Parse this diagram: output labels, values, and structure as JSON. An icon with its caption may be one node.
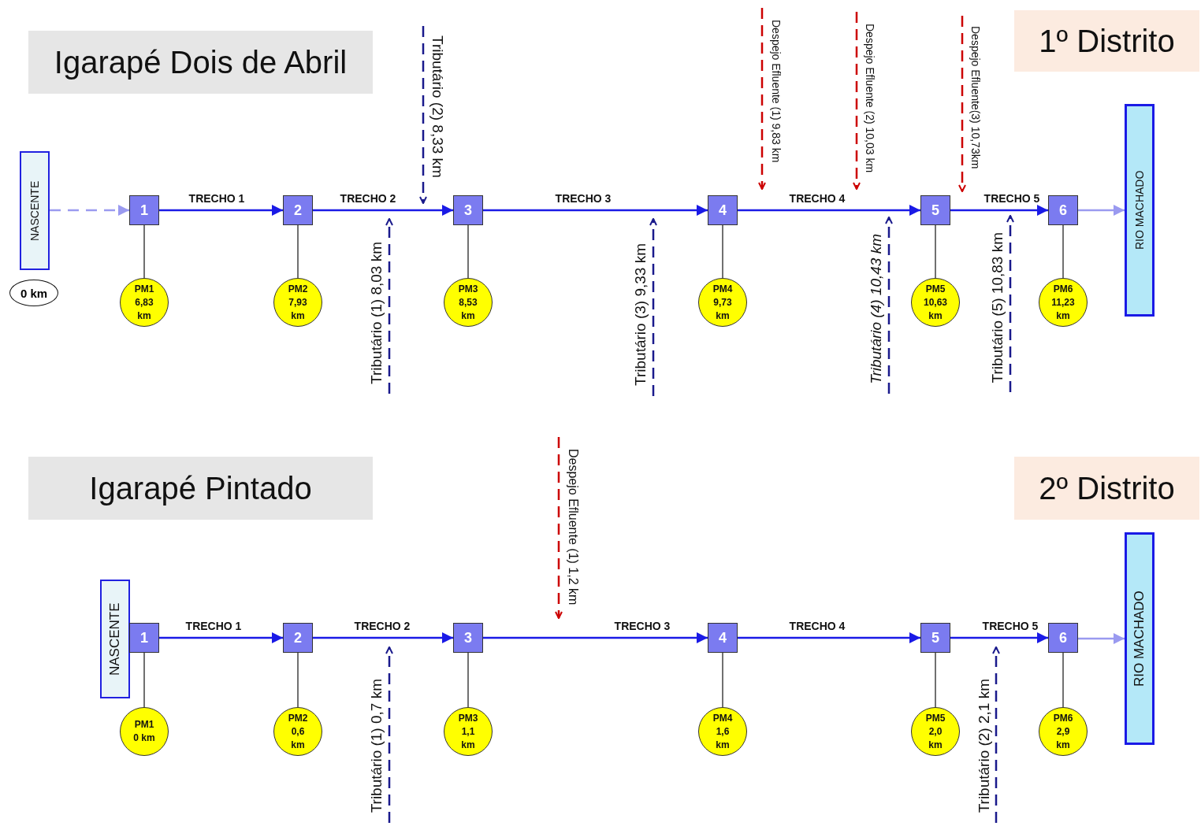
{
  "diagram": {
    "nodes": [
      {
        "text": [
          "Igarapé Dois de Abril"
        ]
      },
      {
        "text": [
          "1º Distrito"
        ]
      },
      {
        "text": [
          "NASCENTE"
        ]
      },
      {
        "text": [
          "0 km"
        ]
      },
      {
        "text": [
          "1"
        ]
      },
      {
        "text": [
          "2"
        ]
      },
      {
        "text": [
          "3"
        ]
      },
      {
        "text": [
          "4"
        ]
      },
      {
        "text": [
          "5"
        ]
      },
      {
        "text": [
          "6"
        ]
      },
      {
        "text": [
          "PM1 6,83 km"
        ]
      },
      {
        "text": [
          "PM2 7,93 km"
        ]
      },
      {
        "text": [
          "PM3 8,53 km"
        ]
      },
      {
        "text": [
          "PM4 9,73 km"
        ]
      },
      {
        "text": [
          "PM5 10,63 km"
        ]
      },
      {
        "text": [
          "PM6 11,23 km"
        ]
      },
      {
        "text": [
          "RIO MACHADO"
        ]
      },
      {
        "text": [
          "Igarapé Pintado"
        ]
      },
      {
        "text": [
          "2º Distrito"
        ]
      },
      {
        "text": [
          "NASCENTE"
        ]
      },
      {
        "text": [
          "1"
        ]
      },
      {
        "text": [
          "2"
        ]
      },
      {
        "text": [
          "3"
        ]
      },
      {
        "text": [
          "4"
        ]
      },
      {
        "text": [
          "5"
        ]
      },
      {
        "text": [
          "6"
        ]
      },
      {
        "text": [
          "PM1 0 km"
        ]
      },
      {
        "text": [
          "PM2 0,6 km"
        ]
      },
      {
        "text": [
          "PM3 1,1 km"
        ]
      },
      {
        "text": [
          "PM4 1,6 km"
        ]
      },
      {
        "text": [
          "PM5 2,0 km"
        ]
      },
      {
        "text": [
          "PM6 2,9 km"
        ]
      },
      {
        "text": [
          "RIO MACHADO"
        ]
      }
    ],
    "edges": [
      {
        "from": 2,
        "to": 4,
        "arrow": "to",
        "style": "dashed",
        "color": "#9a9af0"
      },
      {
        "from": 4,
        "to": 5,
        "arrow": "to",
        "label": "TRECHO 1",
        "color": "#1a1ae6"
      },
      {
        "from": 5,
        "to": 6,
        "arrow": "to",
        "label": "TRECHO 2",
        "color": "#1a1ae6"
      },
      {
        "from": 6,
        "to": 7,
        "arrow": "to",
        "label": "TRECHO 3",
        "color": "#1a1ae6"
      },
      {
        "from": 7,
        "to": 8,
        "arrow": "to",
        "label": "TRECHO 4",
        "color": "#1a1ae6"
      },
      {
        "from": 8,
        "to": 9,
        "arrow": "to",
        "label": "TRECHO 5",
        "color": "#1a1ae6"
      },
      {
        "from": 9,
        "to": 16,
        "arrow": "to",
        "color": "#9a9af0"
      },
      {
        "from": 4,
        "to": 10,
        "arrow": "none"
      },
      {
        "from": 5,
        "to": 11,
        "arrow": "none"
      },
      {
        "from": 6,
        "to": 12,
        "arrow": "none"
      },
      {
        "from": 7,
        "to": 13,
        "arrow": "none"
      },
      {
        "from": 8,
        "to": 14,
        "arrow": "none"
      },
      {
        "from": 9,
        "to": 15,
        "arrow": "none"
      },
      {
        "from": 20,
        "to": 21,
        "arrow": "to",
        "label": "TRECHO 1",
        "color": "#1a1ae6"
      },
      {
        "from": 21,
        "to": 22,
        "arrow": "to",
        "label": "TRECHO 2",
        "color": "#1a1ae6"
      },
      {
        "from": 22,
        "to": 23,
        "arrow": "to",
        "label": "TRECHO 3",
        "color": "#1a1ae6"
      },
      {
        "from": 23,
        "to": 24,
        "arrow": "to",
        "label": "TRECHO 4",
        "color": "#1a1ae6"
      },
      {
        "from": 24,
        "to": 25,
        "arrow": "to",
        "label": "TRECHO 5",
        "color": "#1a1ae6"
      },
      {
        "from": 25,
        "to": 32,
        "arrow": "to",
        "color": "#9a9af0"
      },
      {
        "from": 20,
        "to": 26,
        "arrow": "none"
      },
      {
        "from": 21,
        "to": 27,
        "arrow": "none"
      },
      {
        "from": 22,
        "to": 28,
        "arrow": "none"
      },
      {
        "from": 23,
        "to": 29,
        "arrow": "none"
      },
      {
        "from": 24,
        "to": 30,
        "arrow": "none"
      },
      {
        "from": 25,
        "to": 31,
        "arrow": "none"
      }
    ],
    "labels": [
      "Tributário (2) 8,33 km",
      "Despejo Efluente (1) 9,83 km",
      "Despejo Efluente (2) 10,03 km",
      "Despejo Efluente(3) 10,73km",
      "Tributário (1) 8,03 km",
      "Tributário (3) 9,33 km",
      "Tributário (4) 10,43 km",
      "Tributário (5) 10,83 km",
      "Despejo Efluente (1) 1,2 km",
      "Tributário (1) 0,7 km",
      "Tributário (2) 2,1 km"
    ]
  }
}
